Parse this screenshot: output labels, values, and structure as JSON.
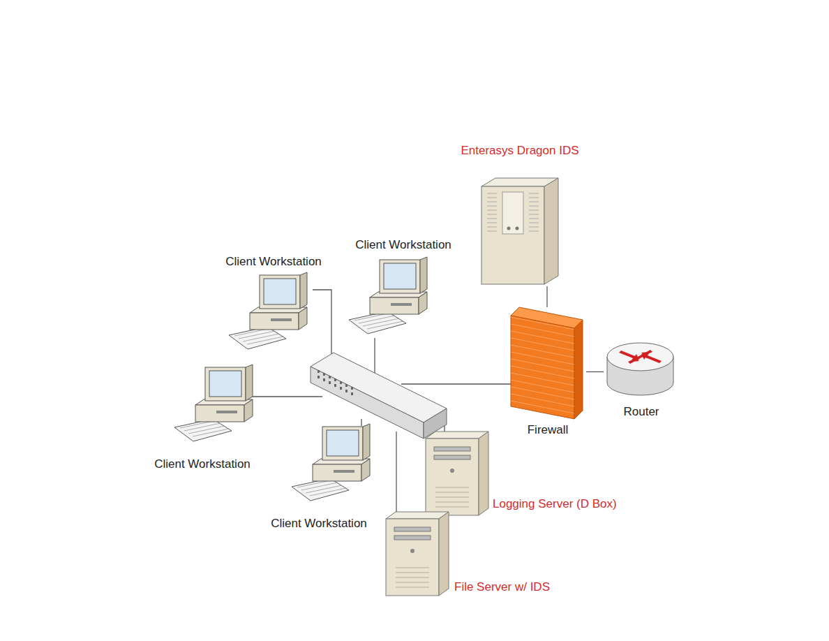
{
  "diagram": {
    "nodes": [
      {
        "text": [
          "Enterasys Dragon IDS"
        ]
      },
      {
        "text": [
          "Client Workstation"
        ]
      },
      {
        "text": [
          "Client Workstation"
        ]
      },
      {
        "text": [
          "Firewall"
        ]
      },
      {
        "text": [
          "Router"
        ]
      },
      {
        "text": [
          "Client Workstation"
        ]
      },
      {
        "text": [
          "Logging Server (D Box)"
        ]
      },
      {
        "text": [
          "Client Workstation"
        ]
      },
      {
        "text": [
          "File Server w/ IDS"
        ]
      }
    ],
    "edges": [
      {
        "from": 0,
        "to": 3,
        "arrow": "none"
      },
      {
        "from": 3,
        "to": 4,
        "arrow": "none"
      }
    ]
  }
}
